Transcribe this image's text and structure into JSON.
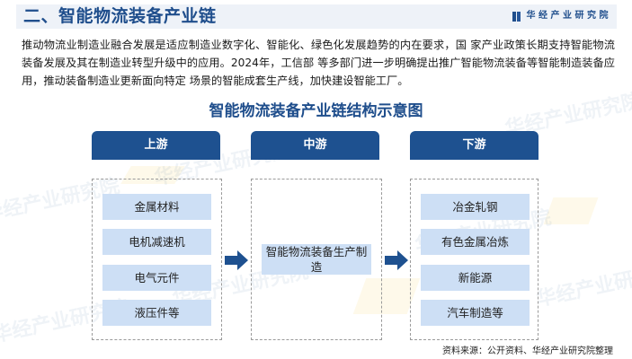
{
  "header": {
    "title": "二、智能物流装备产业链",
    "brand": "华经产业研究院",
    "brand_icon": "book-logo-icon"
  },
  "intro": {
    "text": "推动物流业制造业融合发展是适应制造业数字化、智能化、绿色化发展趋势的内在要求，国 家产业政策长期支持智能物流装备发展及其在制造业转型升级中的应用。2024年，工信部 等多部门进一步明确提出推广智能物流装备等智能制造装备应用，推动装备制造业更新面向特定 场景的智能成套生产线，加快建设智能工厂。"
  },
  "diagram": {
    "title": "智能物流装备产业链结构示意图",
    "columns": [
      {
        "label": "上游",
        "items": [
          "金属材料",
          "电机减速机",
          "电气元件",
          "液压件等"
        ]
      },
      {
        "label": "中游",
        "items": [
          "智能物流装备生产制造"
        ]
      },
      {
        "label": "下游",
        "items": [
          "冶金轧钢",
          "有色金属冶炼",
          "新能源",
          "汽车制造等"
        ]
      }
    ],
    "arrows": [
      "arrow-right-icon",
      "arrow-right-icon"
    ],
    "colors": {
      "header_bg": "#1e5190",
      "item_bg": "#cddff5",
      "title": "#1f4e8c",
      "title_bar_bg": "#eef2f8"
    }
  },
  "watermark": "华经产业研究院",
  "source": "资料来源：公开资料、华经产业研究院整理"
}
